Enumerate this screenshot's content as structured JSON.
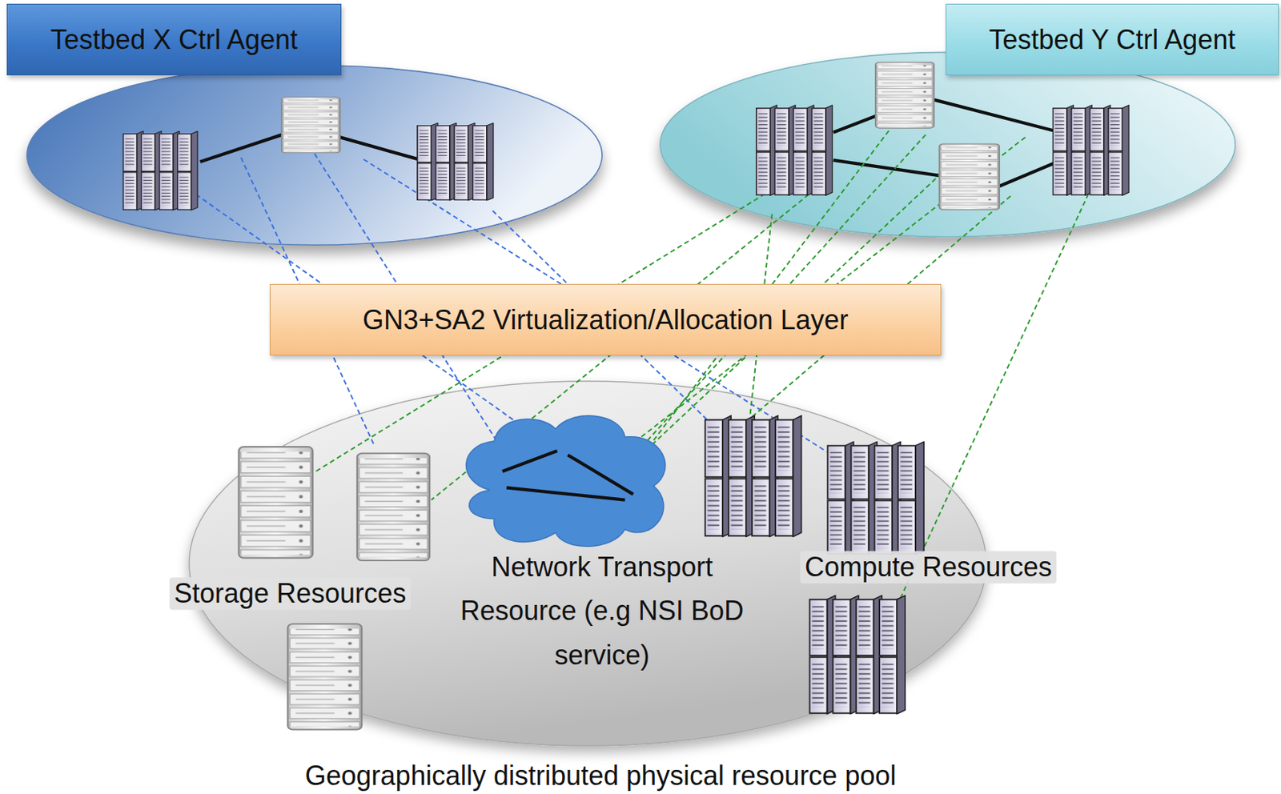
{
  "diagram": {
    "nodes": [
      {
        "text": [
          "Testbed X Ctrl Agent"
        ]
      },
      {
        "text": [
          "Testbed Y Ctrl Agent"
        ]
      },
      {
        "text": [
          "GN3+SA2 Virtualization/Allocation Layer"
        ]
      },
      {
        "text": [
          "Storage Resources",
          "Network Transport Resource (e.g NSI BoD service)",
          "Compute Resources",
          "Geographically distributed physical resource pool"
        ]
      }
    ]
  }
}
